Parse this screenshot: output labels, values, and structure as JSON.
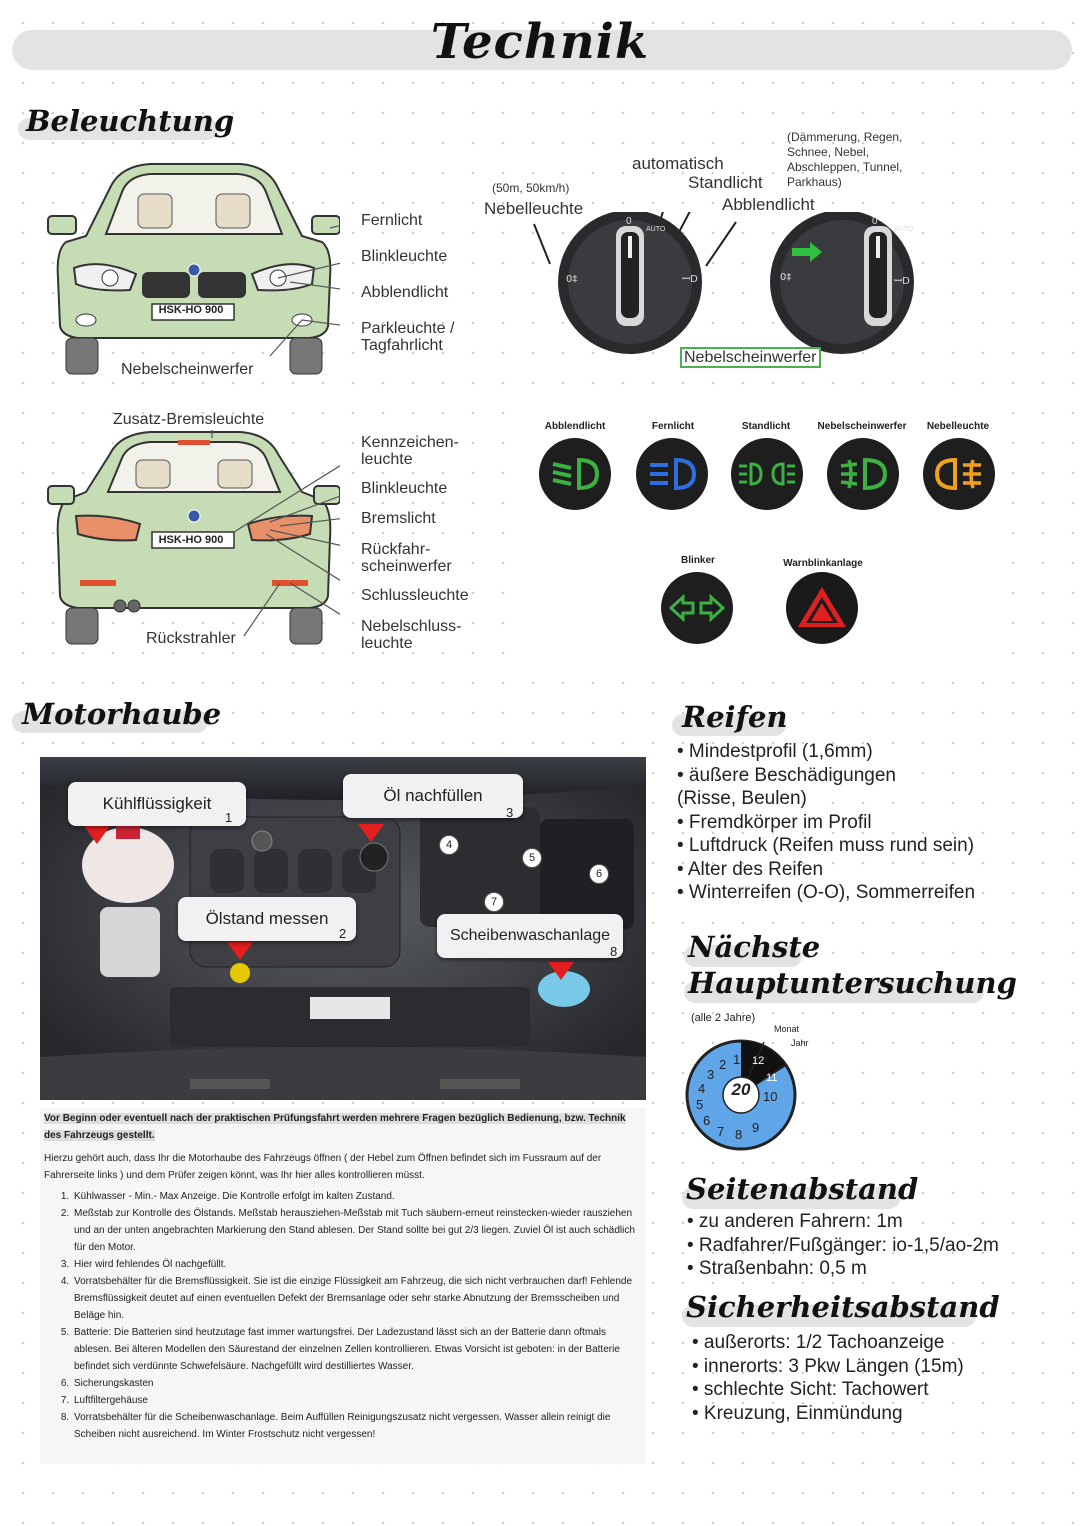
{
  "page": {
    "title": "Technik"
  },
  "lighting": {
    "heading": "Beleuchtung",
    "front_labels": [
      "Fernlicht",
      "Blinkleuchte",
      "Abblendlicht",
      "Parkleuchte /\nTagfahrlicht",
      "Nebelscheinwerfer"
    ],
    "front_plate": "HSK-HO 900",
    "rear_top": "Zusatz-Bremsleuchte",
    "rear_labels": [
      "Kennzeichen-\nleuchte",
      "Blinkleuchte",
      "Bremslicht",
      "Rückfahr-\nscheinwerfer",
      "Schlussleuchte",
      "Nebelschluss-\nleuchte",
      "Rückstrahler"
    ],
    "rear_plate": "HSK-HO 900",
    "switch": {
      "fog_rear_note": "(50m, 50km/h)",
      "fog_rear": "Nebelleuchte",
      "auto": "automatisch",
      "parking": "Standlicht",
      "low_beam": "Abblendlicht",
      "note": "(Dämmerung, Regen,\nSchnee, Nebel,\nAbschleppen, Tunnel,\nParkhaus)",
      "fog_front": "Nebelscheinwerfer",
      "knob_top": "0",
      "knob_auto": "AUTO"
    },
    "indicators": [
      {
        "label": "Abblendlicht",
        "color": "#3cb043",
        "icon": "low-beam-icon"
      },
      {
        "label": "Fernlicht",
        "color": "#2e6fe0",
        "icon": "high-beam-icon"
      },
      {
        "label": "Standlicht",
        "color": "#3cb043",
        "icon": "parking-light-icon"
      },
      {
        "label": "Nebelscheinwerfer",
        "color": "#3cb043",
        "icon": "front-fog-icon"
      },
      {
        "label": "Nebelleuchte",
        "color": "#f0a020",
        "icon": "rear-fog-icon"
      },
      {
        "label": "Blinker",
        "color": "#3cb043",
        "icon": "turn-signal-icon"
      },
      {
        "label": "Warnblinkanlage",
        "color": "#e02020",
        "icon": "hazard-icon"
      }
    ]
  },
  "engine": {
    "heading": "Motorhaube",
    "tags": [
      {
        "label": "Kühlflüssigkeit",
        "num": "1"
      },
      {
        "label": "Öl nachfüllen",
        "num": "3"
      },
      {
        "label": "Ölstand messen",
        "num": "2"
      },
      {
        "label": "Scheibenwaschanlage",
        "num": "8"
      }
    ],
    "markers": [
      "4",
      "5",
      "6",
      "7"
    ],
    "intro_bold": "Vor Beginn oder eventuell nach der praktischen Prüfungsfahrt werden mehrere Fragen bezüglich Bedienung, bzw. Technik des Fahrzeugs gestellt.",
    "intro": "Hierzu gehört auch, dass Ihr die Motorhaube des Fahrzeugs öffnen ( der Hebel zum Öffnen befindet sich im Fussraum auf der Fahrerseite links ) und dem Prüfer zeigen könnt, was Ihr hier alles  kontrollieren müsst.",
    "items": [
      "Kühlwasser - Min.- Max Anzeige. Die Kontrolle erfolgt im kalten Zustand.",
      "Meßstab zur Kontrolle des Ölstands. Meßstab herausziehen-Meßstab mit Tuch säubern-erneut reinstecken-wieder rausziehen und an der unten angebrachten Markierung den Stand ablesen. Der Stand sollte bei gut 2/3 liegen. Zuviel Öl ist auch schädlich für den Motor.",
      "Hier wird fehlendes Öl nachgefüllt.",
      "Vorratsbehälter für die Bremsflüssigkeit. Sie ist die einzige Flüssigkeit am Fahrzeug, die sich nicht verbrauchen darf! Fehlende Bremsflüssigkeit deutet auf einen eventuellen Defekt der Bremsanlage oder sehr starke Abnutzung der Bremsscheiben und Beläge hin.",
      "Batterie: Die Batterien sind heutzutage fast immer wartungsfrei. Der Ladezustand lässt sich an der Batterie dann oftmals ablesen. Bei älteren Modellen den Säurestand der einzelnen Zellen kontrollieren. Etwas Vorsicht ist geboten: in der Batterie befindet sich verdünnte Schwefelsäure. Nachgefüllt wird destilliertes Wasser.",
      "Sicherungskasten",
      "Luftfiltergehäuse",
      "Vorratsbehälter für die Scheibenwaschanlage. Beim Auffüllen Reinigungszusatz nicht vergessen. Wasser allein reinigt die Scheiben nicht ausreichend. Im Winter Frostschutz nicht vergessen!"
    ]
  },
  "tires": {
    "heading": "Reifen",
    "lines": [
      "• Mindestprofil (1,6mm)",
      "• äußere Beschädigungen",
      "(Risse, Beulen)",
      "• Fremdkörper im Profil",
      "• Luftdruck (Reifen muss rund sein)",
      "• Alter des Reifen",
      "• Winterreifen (O-O), Sommerreifen"
    ]
  },
  "inspection": {
    "heading1": "Nächste",
    "heading2": "Hauptuntersuchung",
    "note": "(alle 2 Jahre)",
    "month": "Monat",
    "year": "Jahr",
    "center": "20",
    "digits": [
      "1",
      "2",
      "3",
      "4",
      "5",
      "6",
      "7",
      "8",
      "9",
      "10",
      "11",
      "12"
    ]
  },
  "side_distance": {
    "heading": "Seitenabstand",
    "lines": [
      "• zu anderen Fahrern: 1m",
      "• Radfahrer/Fußgänger: io-1,5/ao-2m",
      "• Straßenbahn: 0,5 m"
    ]
  },
  "safety_distance": {
    "heading": "Sicherheitsabstand",
    "lines": [
      "• außerorts: 1/2 Tachoanzeige",
      "• innerorts: 3 Pkw Längen (15m)",
      "• schlechte Sicht: Tachowert",
      "• Kreuzung, Einmündung"
    ]
  }
}
